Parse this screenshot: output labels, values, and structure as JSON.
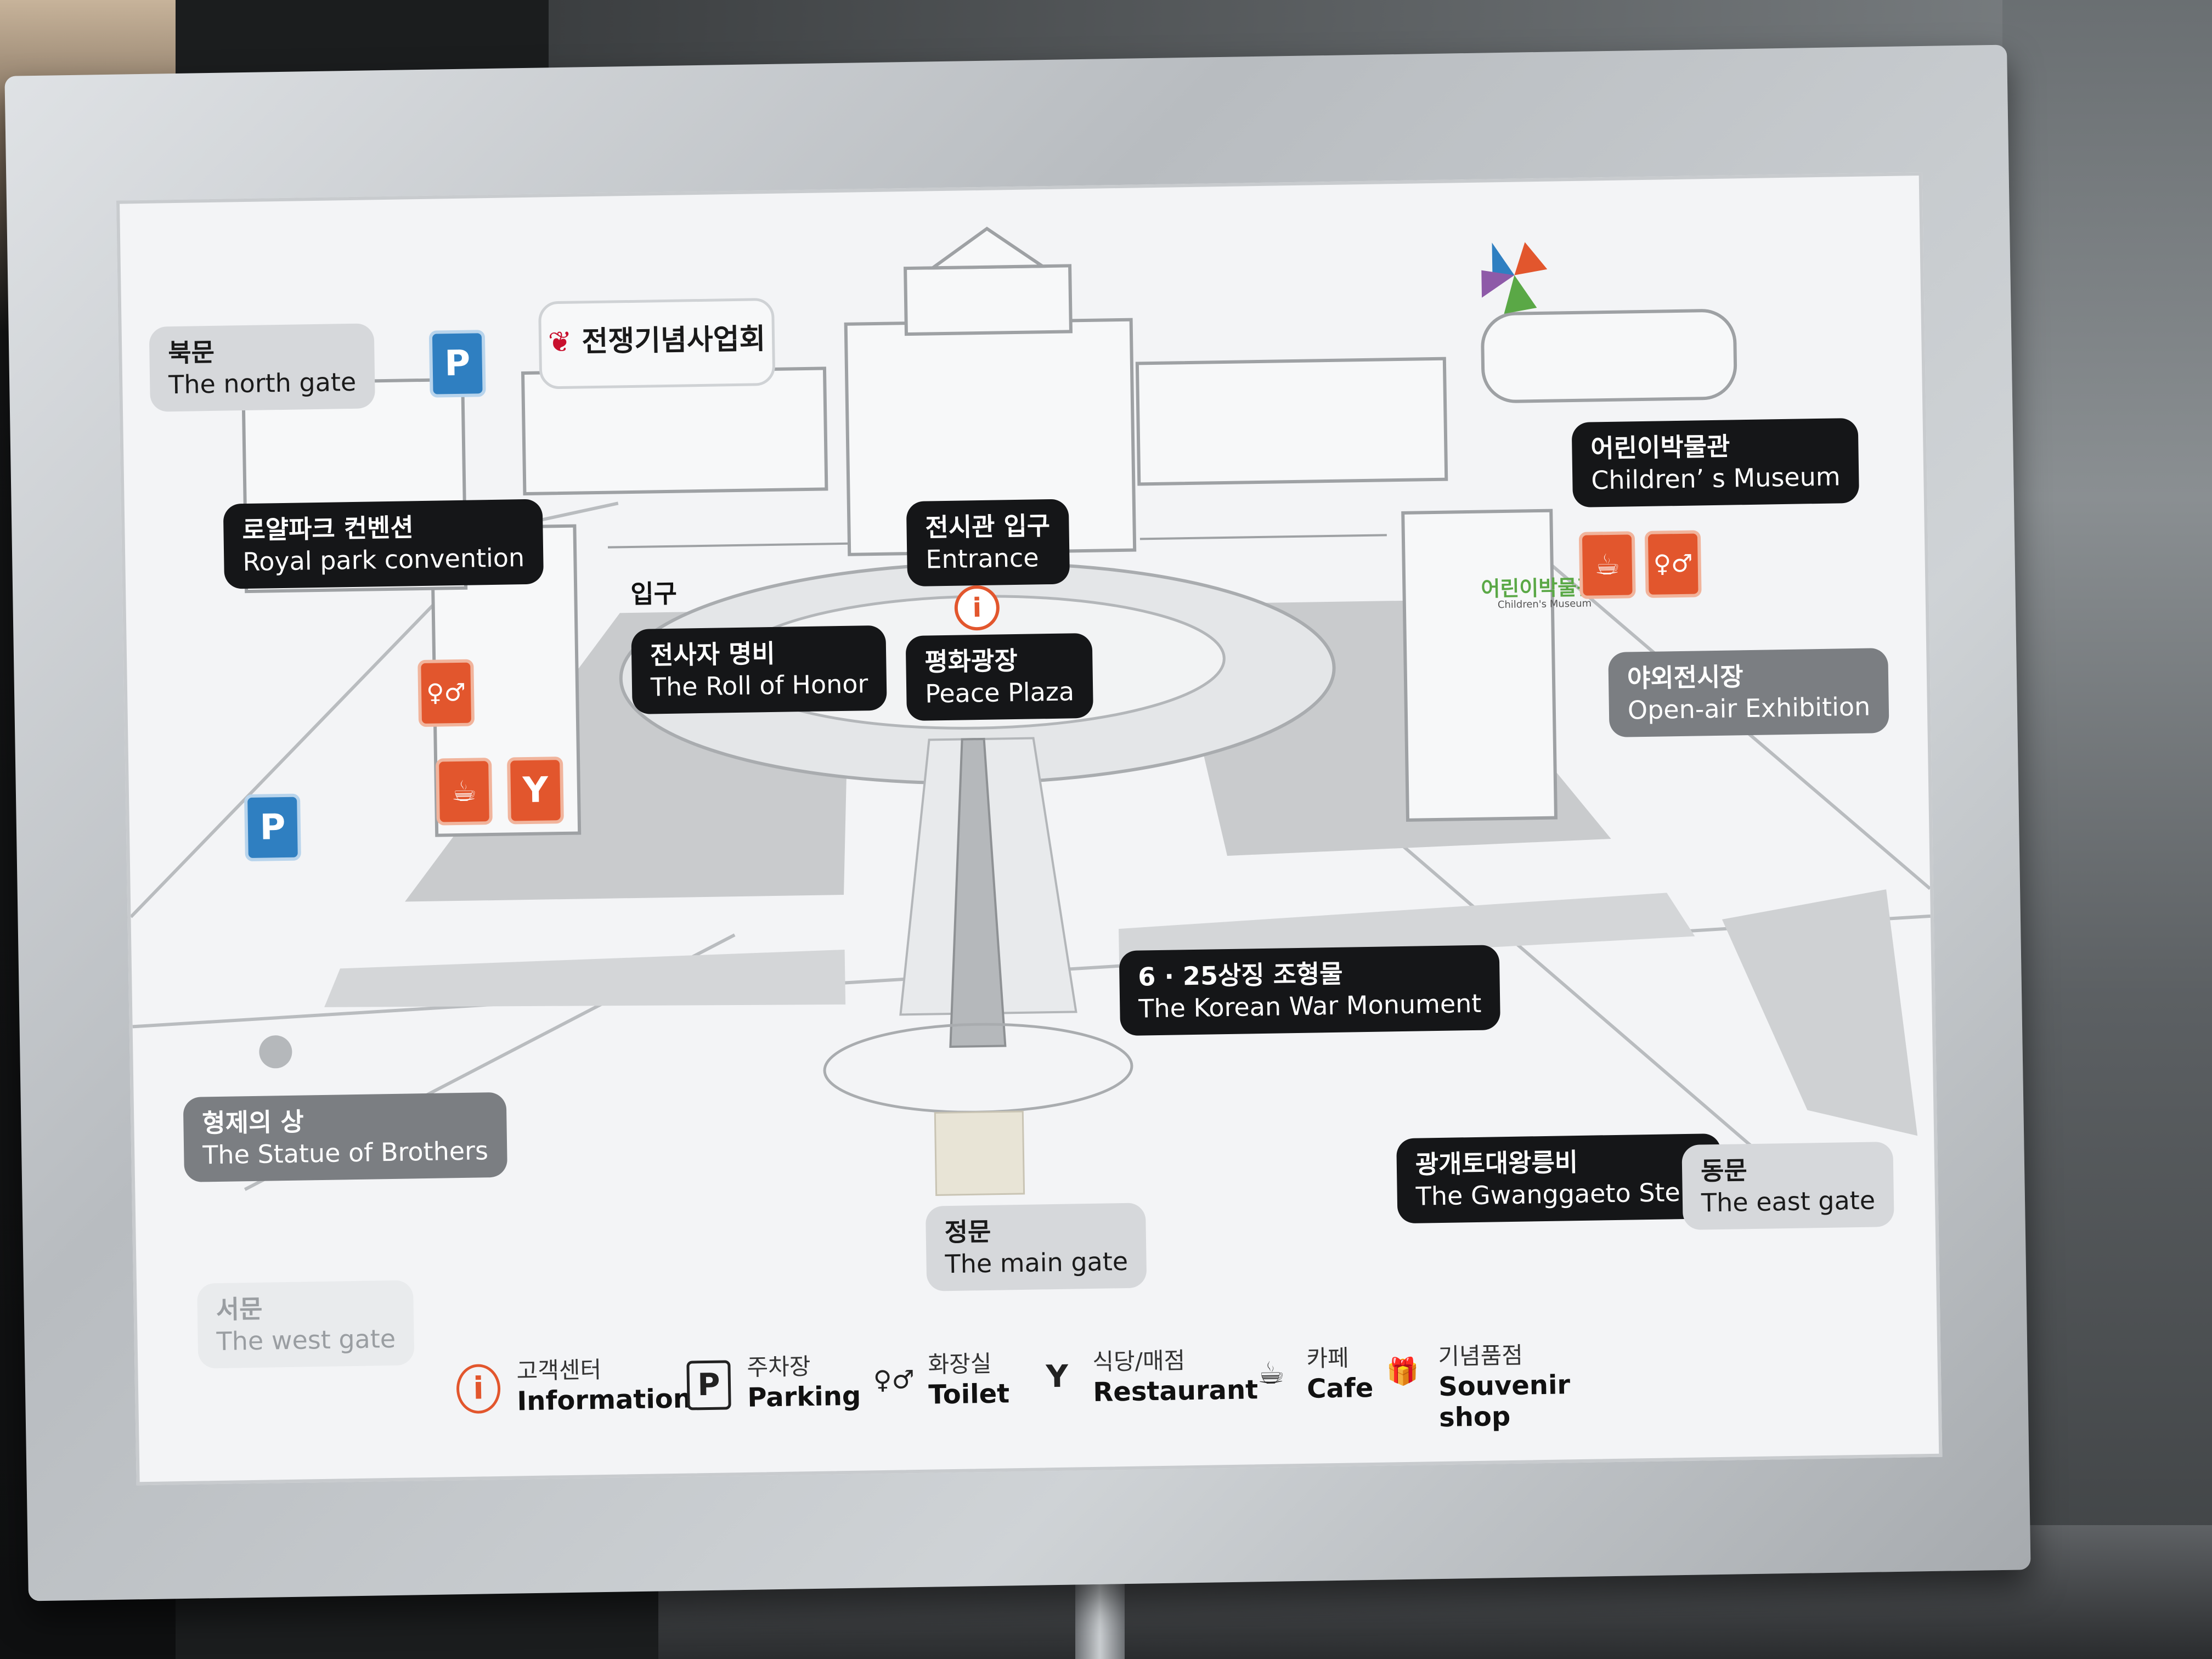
{
  "org": {
    "name": "전쟁기념사업회"
  },
  "labels": {
    "north_gate": {
      "kr": "북문",
      "en": "The north gate"
    },
    "royal_park": {
      "kr": "로얄파크 컨벤션",
      "en": "Royal park convention"
    },
    "entrance": {
      "kr": "전시관 입구",
      "en": "Entrance"
    },
    "childrens_museum": {
      "kr": "어린이박물관",
      "en": "Children’ s Museum"
    },
    "roll_of_honor": {
      "kr": "전사자 명비",
      "en": "The Roll of Honor"
    },
    "peace_plaza": {
      "kr": "평화광장",
      "en": "Peace Plaza"
    },
    "open_air": {
      "kr": "야외전시장",
      "en": "Open-air Exhibition"
    },
    "korean_war_monument": {
      "kr": "6 · 25상징 조형물",
      "en": "The Korean War Monument"
    },
    "statue_of_brothers": {
      "kr": "형제의 상",
      "en": "The Statue of Brothers"
    },
    "gwanggaeto_stele": {
      "kr": "광개토대왕릉비",
      "en": "The Gwanggaeto Stele"
    },
    "east_gate": {
      "kr": "동문",
      "en": "The east gate"
    },
    "main_gate": {
      "kr": "정문",
      "en": "The main gate"
    },
    "west_gate": {
      "kr": "서문",
      "en": "The west gate"
    },
    "ipgu": "입구",
    "childrens_logo": "어린이박물관",
    "childrens_logo_sub": "Children's Museum"
  },
  "legend": [
    {
      "icon": "info-icon",
      "glyph": "i",
      "kr": "고객센터",
      "en": "Information"
    },
    {
      "icon": "parking-icon",
      "glyph": "P",
      "kr": "주차장",
      "en": "Parking"
    },
    {
      "icon": "toilet-icon",
      "glyph": "♀♂",
      "kr": "화장실",
      "en": "Toilet"
    },
    {
      "icon": "restaurant-icon",
      "glyph": "Y",
      "kr": "식당/매점",
      "en": "Restaurant"
    },
    {
      "icon": "cafe-icon",
      "glyph": "☕",
      "kr": "카페",
      "en": "Cafe"
    },
    {
      "icon": "souvenir-icon",
      "glyph": "🎁",
      "kr": "기념품점",
      "en": "Souvenir shop"
    }
  ],
  "map_icons": {
    "parking": "P",
    "toilet": "♀♂",
    "cafe": "☕",
    "restaurant": "Y",
    "info": "i"
  },
  "colors": {
    "parking_blue": "#2f7fc1",
    "facility_orange": "#e2562d",
    "label_dark": "#151618"
  }
}
